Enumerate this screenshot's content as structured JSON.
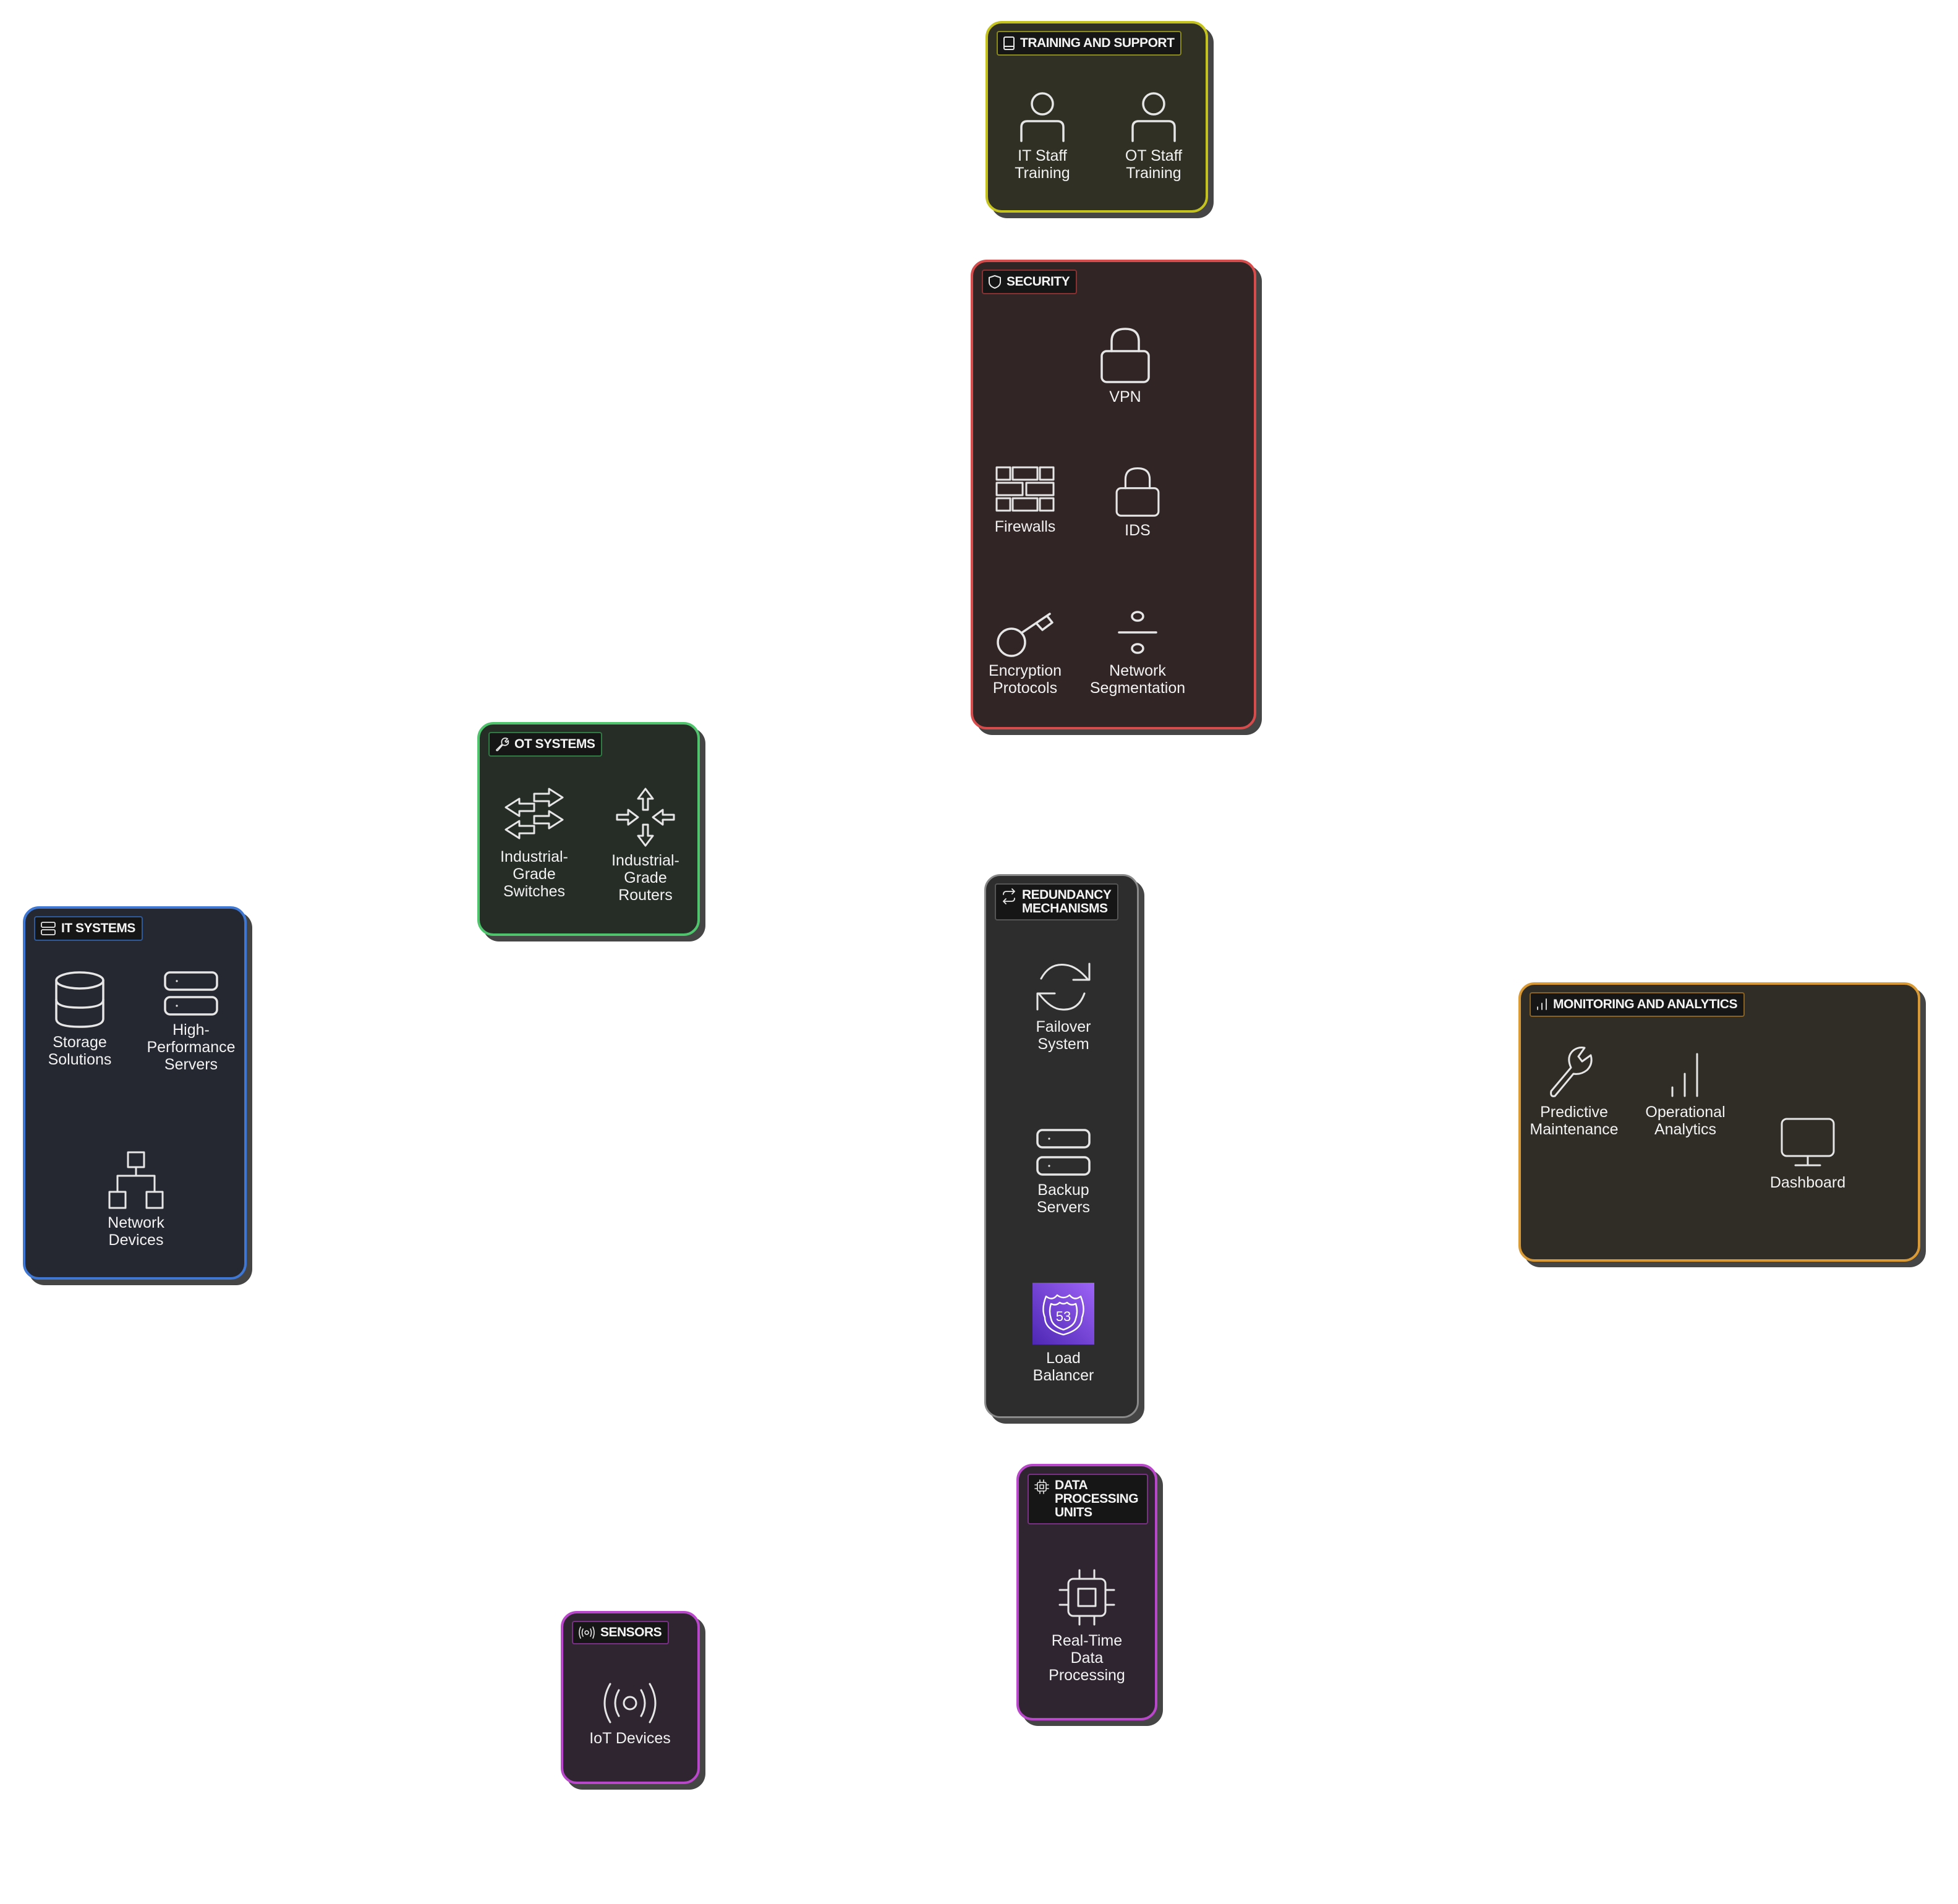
{
  "diagram": {
    "groups": {
      "training": {
        "title": "TRAINING AND SUPPORT",
        "icon": "book-icon",
        "border": "#c3c21f",
        "bg": "#303024",
        "nodes": [
          {
            "label": "IT Staff\nTraining",
            "icon": "user-icon"
          },
          {
            "label": "OT Staff\nTraining",
            "icon": "user-icon"
          }
        ]
      },
      "security": {
        "title": "SECURITY",
        "icon": "shield-icon",
        "border": "#d64b4b",
        "bg": "#312625",
        "nodes": [
          {
            "label": "VPN",
            "icon": "lock-icon"
          },
          {
            "label": "Firewalls",
            "icon": "firewall-icon"
          },
          {
            "label": "IDS",
            "icon": "lock-icon"
          },
          {
            "label": "Encryption\nProtocols",
            "icon": "key-icon"
          },
          {
            "label": "Network\nSegmentation",
            "icon": "divide-icon"
          }
        ]
      },
      "ot": {
        "title": "OT SYSTEMS",
        "icon": "wrench-icon",
        "border": "#4fc46c",
        "bg": "#262d27",
        "nodes": [
          {
            "label": "Industrial-\nGrade\nSwitches",
            "icon": "switch-arrows-icon"
          },
          {
            "label": "Industrial-\nGrade\nRouters",
            "icon": "router-arrows-icon"
          }
        ]
      },
      "it": {
        "title": "IT SYSTEMS",
        "icon": "server-icon",
        "border": "#3f78d4",
        "bg": "#252830",
        "nodes": [
          {
            "label": "Storage\nSolutions",
            "icon": "database-icon"
          },
          {
            "label": "High-\nPerformance\nServers",
            "icon": "server-icon"
          },
          {
            "label": "Network\nDevices",
            "icon": "network-tree-icon"
          }
        ]
      },
      "redundancy": {
        "title": "REDUNDANCY\nMECHANISMS",
        "icon": "sync-icon",
        "border": "#8a8a8a",
        "bg": "#2d2d2d",
        "nodes": [
          {
            "label": "Failover\nSystem",
            "icon": "refresh-icon"
          },
          {
            "label": "Backup\nServers",
            "icon": "server-icon"
          },
          {
            "label": "Load\nBalancer",
            "icon": "route53-icon",
            "badge": "53"
          }
        ]
      },
      "monitoring": {
        "title": "MONITORING AND ANALYTICS",
        "icon": "bar-chart-icon",
        "border": "#d99a35",
        "bg": "#302d27",
        "nodes": [
          {
            "label": "Predictive\nMaintenance",
            "icon": "wrench-icon"
          },
          {
            "label": "Operational\nAnalytics",
            "icon": "bar-chart-icon"
          },
          {
            "label": "Dashboard",
            "icon": "monitor-icon"
          }
        ]
      },
      "dpu": {
        "title": "DATA\nPROCESSING\nUNITS",
        "icon": "chip-icon",
        "border": "#b847c9",
        "bg": "#2f2530",
        "nodes": [
          {
            "label": "Real-Time\nData\nProcessing",
            "icon": "chip-icon"
          }
        ]
      },
      "sensors": {
        "title": "SENSORS",
        "icon": "antenna-icon",
        "border": "#b847c9",
        "bg": "#2f2530",
        "nodes": [
          {
            "label": "IoT Devices",
            "icon": "antenna-icon"
          }
        ]
      }
    },
    "colors": {
      "edge": "#ffffff",
      "loadBalancerTop": "#8c5cf0",
      "loadBalancerBottom": "#4f2bb8"
    }
  }
}
